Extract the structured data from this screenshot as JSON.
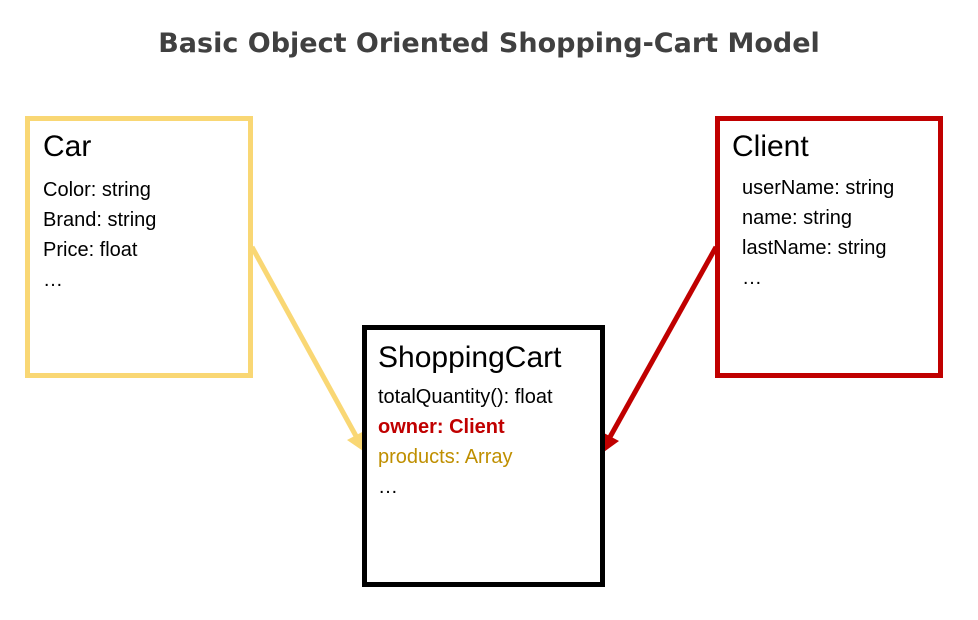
{
  "title": "Basic Object Oriented Shopping-Cart Model",
  "colors": {
    "car": "#f9d774",
    "client": "#c00000",
    "cart": "#000000",
    "products": "#bf8f00",
    "title": "#404040"
  },
  "car": {
    "name": "Car",
    "fields": [
      "Color: string",
      "Brand: string",
      "Price: float",
      "…"
    ]
  },
  "client": {
    "name": "Client",
    "fields": [
      "userName: string",
      "name: string",
      "lastName: string",
      "…"
    ]
  },
  "cart": {
    "name": "ShoppingCart",
    "method": "totalQuantity(): float",
    "owner": "owner: Client",
    "products": "products: Array",
    "more": "…"
  }
}
